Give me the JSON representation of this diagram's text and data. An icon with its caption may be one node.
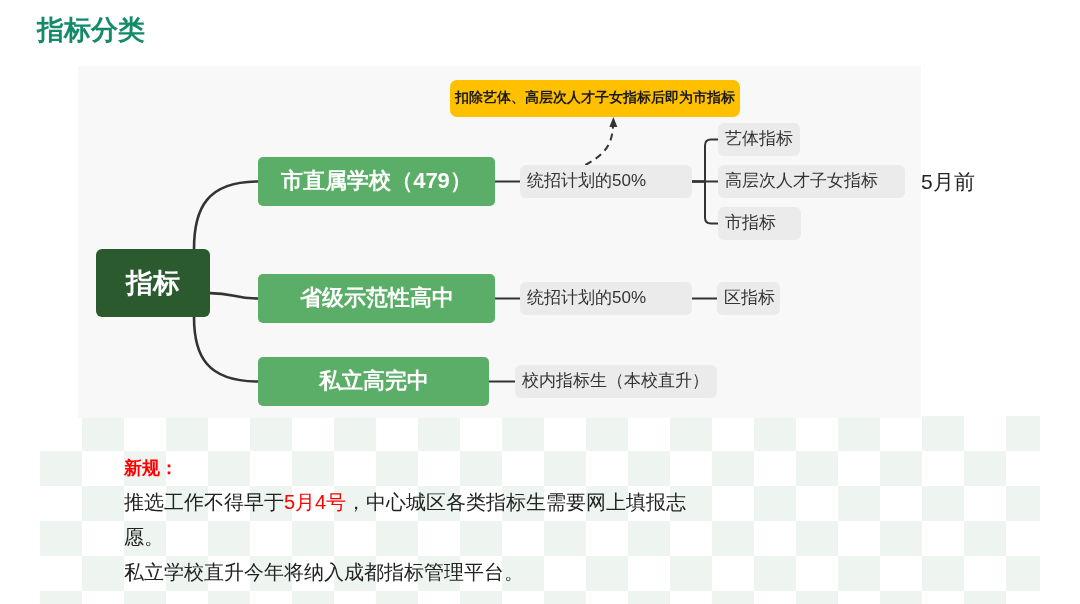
{
  "diagram": {
    "title": "指标分类",
    "nodes": [
      {
        "text": [
          "指标"
        ]
      },
      {
        "text": [
          "市直属学校（479）"
        ]
      },
      {
        "text": [
          "省级示范性高中"
        ]
      },
      {
        "text": [
          "私立高完中"
        ]
      },
      {
        "text": [
          "统招计划的50%"
        ]
      },
      {
        "text": [
          "艺体指标"
        ]
      },
      {
        "text": [
          "高层次人才子女指标"
        ],
        "beside": [
          "5月前"
        ]
      },
      {
        "text": [
          "市指标"
        ]
      },
      {
        "text": [
          "扣除艺体、高层次人才子女指标后即为市指标"
        ]
      },
      {
        "text": [
          "统招计划的50%"
        ]
      },
      {
        "text": [
          "区指标"
        ]
      },
      {
        "text": [
          "校内指标生（本校直升）"
        ]
      }
    ],
    "edges": [
      {
        "from": 0,
        "to": 1,
        "arrow": "none"
      },
      {
        "from": 0,
        "to": 2,
        "arrow": "none"
      },
      {
        "from": 0,
        "to": 3,
        "arrow": "none"
      },
      {
        "from": 1,
        "to": 4,
        "arrow": "none"
      },
      {
        "from": 4,
        "to": 5,
        "arrow": "none"
      },
      {
        "from": 4,
        "to": 6,
        "arrow": "none"
      },
      {
        "from": 4,
        "to": 7,
        "arrow": "none"
      },
      {
        "from": 4,
        "to": 8,
        "arrow": "to",
        "style": "dashed"
      },
      {
        "from": 2,
        "to": 9,
        "arrow": "none"
      },
      {
        "from": 9,
        "to": 10,
        "arrow": "none"
      },
      {
        "from": 3,
        "to": 11,
        "arrow": "none"
      }
    ],
    "labels": [
      "新规：",
      "推选工作不得早于**5月4号**，中心城区各类指标生需要网上填报志愿。",
      "私立学校直升今年将纳入成都指标管理平台。"
    ]
  }
}
